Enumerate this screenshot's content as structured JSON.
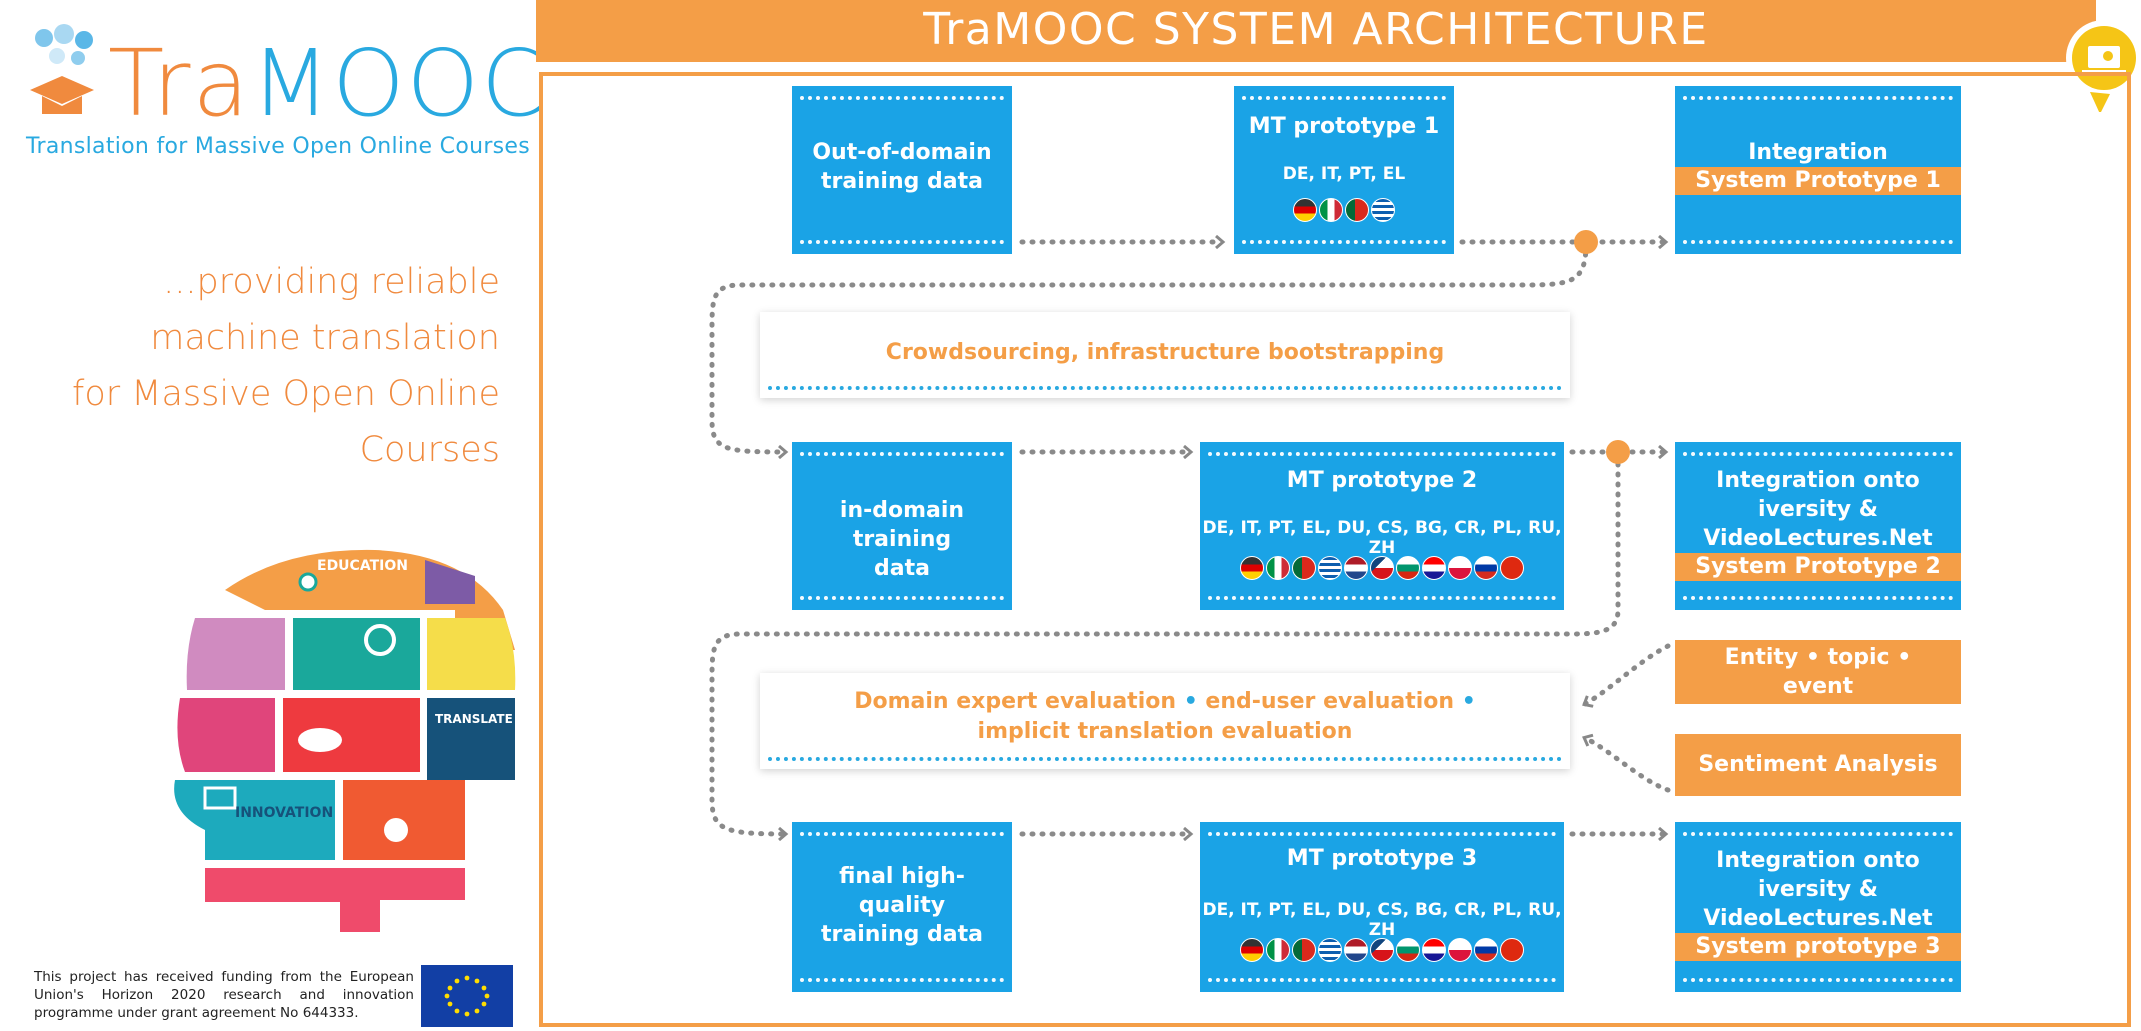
{
  "header": {
    "title": "TraMOOC SYSTEM ARCHITECTURE"
  },
  "logo": {
    "part1": "Tra",
    "part2": "MOOC",
    "subtitle": "Translation for Massive Open Online Courses"
  },
  "tagline": [
    "...providing reliable",
    "machine translation",
    "for Massive Open Online",
    "Courses"
  ],
  "head_graphic": {
    "education": "EDUCATION",
    "translate": "TRANSLATE",
    "innovation": "INNOVATION"
  },
  "funding": "This project has received funding from the European Union's Horizon 2020 research and innovation programme under grant agreement No 644333.",
  "boxes": {
    "ood": "Out-of-domain training data",
    "mt1": {
      "title": "MT prototype 1",
      "langs": "DE, IT, PT, EL"
    },
    "int1": {
      "title": "Integration",
      "band": "System Prototype 1"
    },
    "crowd": "Crowdsourcing, infrastructure bootstrapping",
    "indomain": "in-domain training data",
    "mt2": {
      "title": "MT prototype 2",
      "langs": "DE, IT, PT, EL, DU, CS, BG, CR, PL, RU, ZH"
    },
    "int2": {
      "title": "Integration onto iversity & VideoLectures.Net platforms",
      "band": "System Prototype 2"
    },
    "entity": "Entity • topic • event recognition",
    "evaluation": {
      "line1a": "Domain expert evaluation",
      "line1b": "end-user evaluation",
      "line2": "implicit translation evaluation"
    },
    "sentiment": "Sentiment Analysis",
    "final": "final high-quality training data",
    "mt3": {
      "title": "MT prototype 3",
      "langs": "DE, IT, PT, EL, DU, CS, BG, CR, PL, RU, ZH"
    },
    "int3": {
      "title": "Integration onto iversity & VideoLectures.Net platforms",
      "band": "System prototype 3"
    }
  },
  "colors": {
    "orange": "#f49e47",
    "blue": "#1aa3e6",
    "logo_blue": "#29a9e0"
  },
  "flags_set1": [
    "de",
    "it",
    "pt",
    "el"
  ],
  "flags_set2": [
    "de",
    "it",
    "pt",
    "el",
    "nl",
    "cz",
    "bg",
    "hr",
    "pl",
    "ru",
    "cn"
  ]
}
